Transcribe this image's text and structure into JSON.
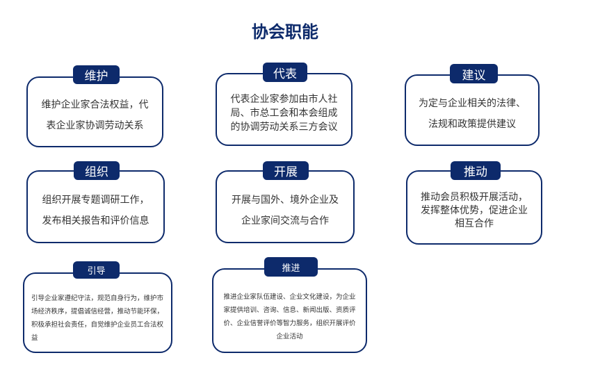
{
  "title": "协会职能",
  "functions": [
    {
      "label": "维护",
      "text": "维护企业家合法权益，代表企业家协调劳动关系"
    },
    {
      "label": "代表",
      "text": "代表企业家参加由市人社局、市总工会和本会组成的协调劳动关系三方会议"
    },
    {
      "label": "建议",
      "text": "为定与企业相关的法律、法规和政策提供建议"
    },
    {
      "label": "组织",
      "text": "组织开展专题调研工作，发布相关报告和评价信息"
    },
    {
      "label": "开展",
      "text": "开展与国外、境外企业及企业家间交流与合作"
    },
    {
      "label": "推动",
      "text": "推动会员积极开展活动，发挥整体优势，促进企业相互合作"
    },
    {
      "label": "引导",
      "text": "引导企业家遵纪守法，规范自身行为，维护市场经济秩序，提倡诚信经营，推动节能环保，积极承担社会责任，自觉维护企业员工合法权益"
    },
    {
      "label": "推进",
      "text": "推进企业家队伍建设、企业文化建设，为企业家提供培训、咨询、信息、新闻出版、资质评价、企业信誉评价等智力服务，组织开展评价企业活动"
    }
  ]
}
